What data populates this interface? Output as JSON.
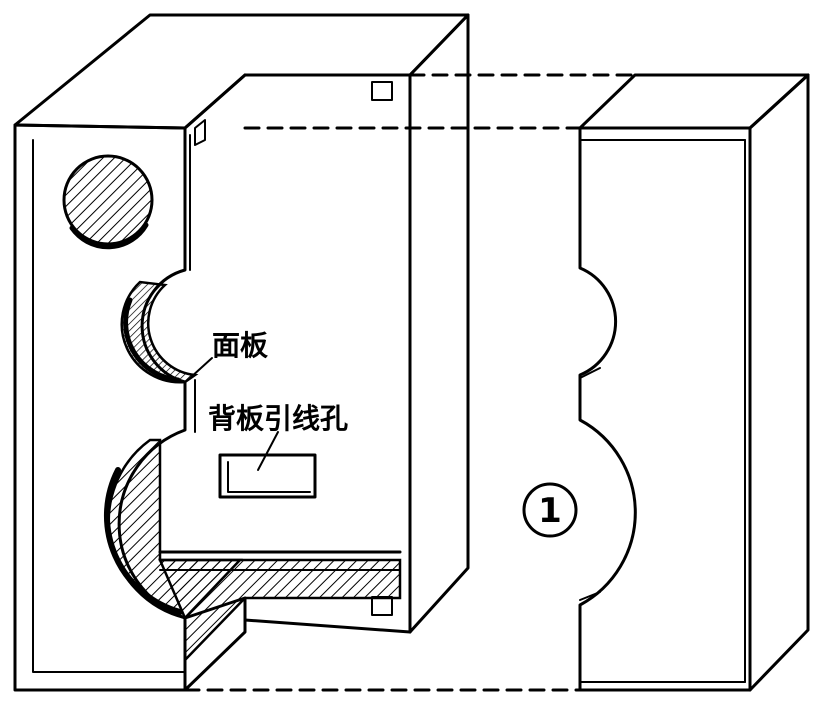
{
  "labels": {
    "face_panel": "面板",
    "back_panel_hole": "背板引线孔",
    "part_number": "1"
  },
  "colors": {
    "ink": "#000000",
    "paper": "#ffffff"
  }
}
